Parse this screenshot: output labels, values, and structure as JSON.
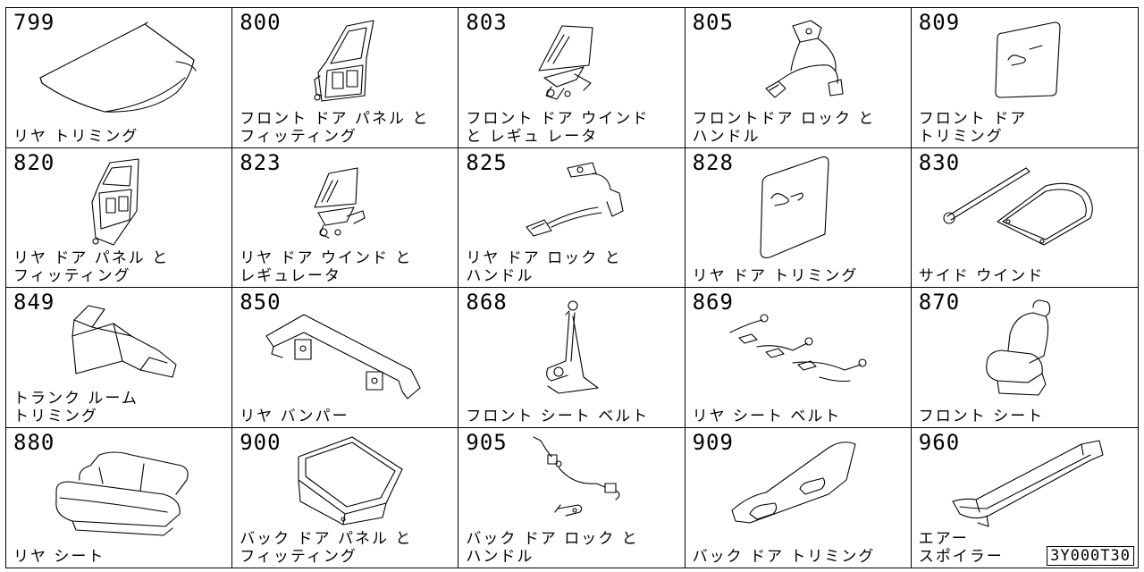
{
  "cells": [
    {
      "code": "799",
      "name": "リヤ トリミング",
      "icon": "rear-parcel-shelf-icon"
    },
    {
      "code": "800",
      "name": "フロント ドア パネル と\nフィッティング",
      "icon": "front-door-panel-icon"
    },
    {
      "code": "803",
      "name": "フロント ドア ウインド\nと レギュ レータ",
      "icon": "front-window-regulator-icon"
    },
    {
      "code": "805",
      "name": "フロントドア ロック と\nハンドル",
      "icon": "front-door-lock-icon"
    },
    {
      "code": "809",
      "name": "フロント ドア\nトリミング",
      "icon": "front-door-trim-icon"
    },
    {
      "code": "820",
      "name": "リヤ ドア パネル と\nフィッティング",
      "icon": "rear-door-panel-icon"
    },
    {
      "code": "823",
      "name": "リヤ ドア ウインド と\nレギュレータ",
      "icon": "rear-window-regulator-icon"
    },
    {
      "code": "825",
      "name": "リヤ ドア ロック と\nハンドル",
      "icon": "rear-door-lock-icon"
    },
    {
      "code": "828",
      "name": "リヤ ドア トリミング",
      "icon": "rear-door-trim-icon"
    },
    {
      "code": "830",
      "name": "サイド ウインド",
      "icon": "side-window-icon"
    },
    {
      "code": "849",
      "name": "トランク ルーム\nトリミング",
      "icon": "trunk-room-trim-icon"
    },
    {
      "code": "850",
      "name": "リヤ バンパー",
      "icon": "rear-bumper-icon"
    },
    {
      "code": "868",
      "name": "フロント シート ベルト",
      "icon": "front-seat-belt-icon"
    },
    {
      "code": "869",
      "name": "リヤ シート ベルト",
      "icon": "rear-seat-belt-icon"
    },
    {
      "code": "870",
      "name": "フロント シート",
      "icon": "front-seat-icon"
    },
    {
      "code": "880",
      "name": "リヤ シート",
      "icon": "rear-seat-icon"
    },
    {
      "code": "900",
      "name": "バック ドア パネル と\nフィッティング",
      "icon": "back-door-panel-icon"
    },
    {
      "code": "905",
      "name": "バック ドア ロック と\nハンドル",
      "icon": "back-door-lock-icon"
    },
    {
      "code": "909",
      "name": "バック ドア トリミング",
      "icon": "back-door-trim-icon"
    },
    {
      "code": "960",
      "name": "エアー\nスポイラー",
      "icon": "air-spoiler-icon"
    }
  ],
  "diagram_id": "3Y000T30"
}
